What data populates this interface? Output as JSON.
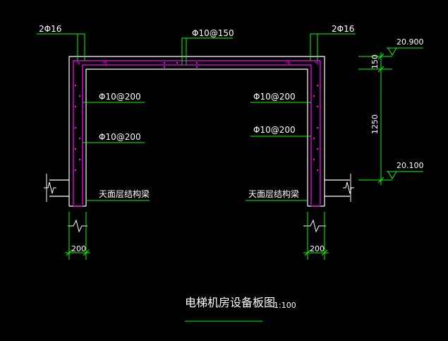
{
  "drawing": {
    "title": "电梯机房设备板图",
    "scale": "1:100",
    "labels": {
      "top_left_rebar": "2Φ16",
      "top_right_rebar": "2Φ16",
      "top_slab_rebar": "Φ10@150",
      "left_wall_rebar_1": "Φ10@200",
      "left_wall_rebar_2": "Φ10@200",
      "right_wall_rebar_1": "Φ10@200",
      "right_wall_rebar_2": "Φ10@200",
      "left_beam_note": "天面层结构梁",
      "right_beam_note": "天面层结构梁",
      "left_width": "200",
      "right_width": "200",
      "elev_top": "20.900",
      "elev_bottom": "20.100",
      "dim_upper": "150",
      "dim_lower": "1250"
    },
    "colors": {
      "background": "#000000",
      "concrete": "#ffffff",
      "rebar": "#ff00ff",
      "leader": "#00ff00",
      "text": "#ffffff"
    }
  }
}
